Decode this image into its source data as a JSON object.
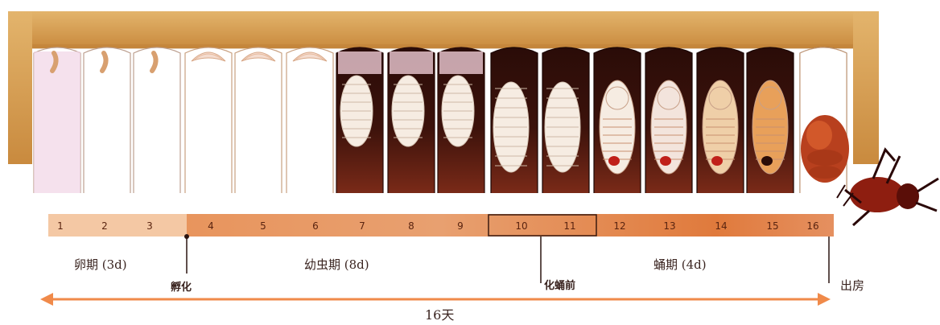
{
  "days": [
    "1",
    "2",
    "3",
    "4",
    "5",
    "6",
    "7",
    "8",
    "9",
    "10",
    "11",
    "12",
    "13",
    "14",
    "15",
    "16"
  ],
  "stages": {
    "egg": "卵期 (3d)",
    "larva": "幼虫期 (8d)",
    "pupa": "蛹期 (4d)"
  },
  "markers": {
    "hatch": "孵化",
    "prepupa": "化蛹前",
    "emerge": "出房"
  },
  "total": "16天",
  "colors": {
    "frame": "#d9a35a",
    "timeline_light": "#f2c4a0",
    "timeline_dark": "#e07a3c",
    "cell_dark": "#2a0c08",
    "cell_brown": "#6b1f12",
    "larva": "#f6ece2",
    "arrow": "#f08a4a"
  }
}
